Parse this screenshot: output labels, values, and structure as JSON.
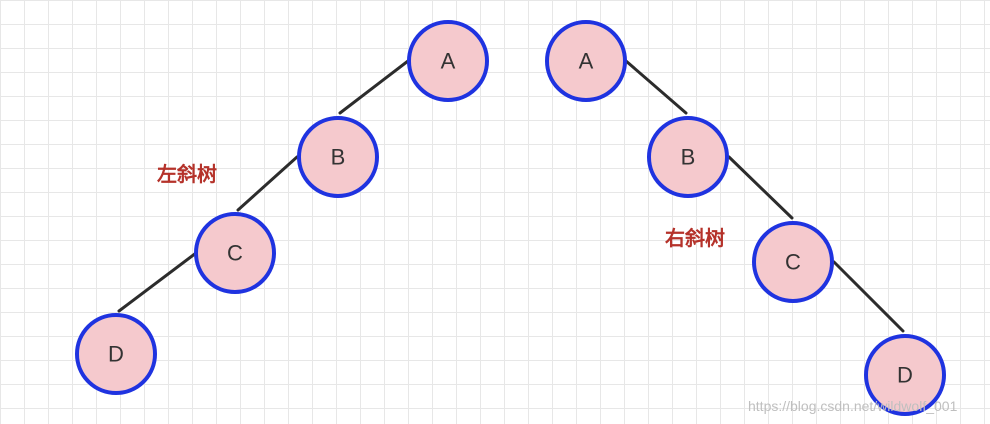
{
  "left_tree": {
    "label": "左斜树",
    "nodes": [
      "A",
      "B",
      "C",
      "D"
    ]
  },
  "right_tree": {
    "label": "右斜树",
    "nodes": [
      "A",
      "B",
      "C",
      "D"
    ]
  },
  "watermark": "https://blog.csdn.net/wildwolf_001",
  "colors": {
    "node_fill": "#f5c9cd",
    "node_stroke": "#1f33e0",
    "edge": "#2c2c2c",
    "label": "#b5322a"
  }
}
